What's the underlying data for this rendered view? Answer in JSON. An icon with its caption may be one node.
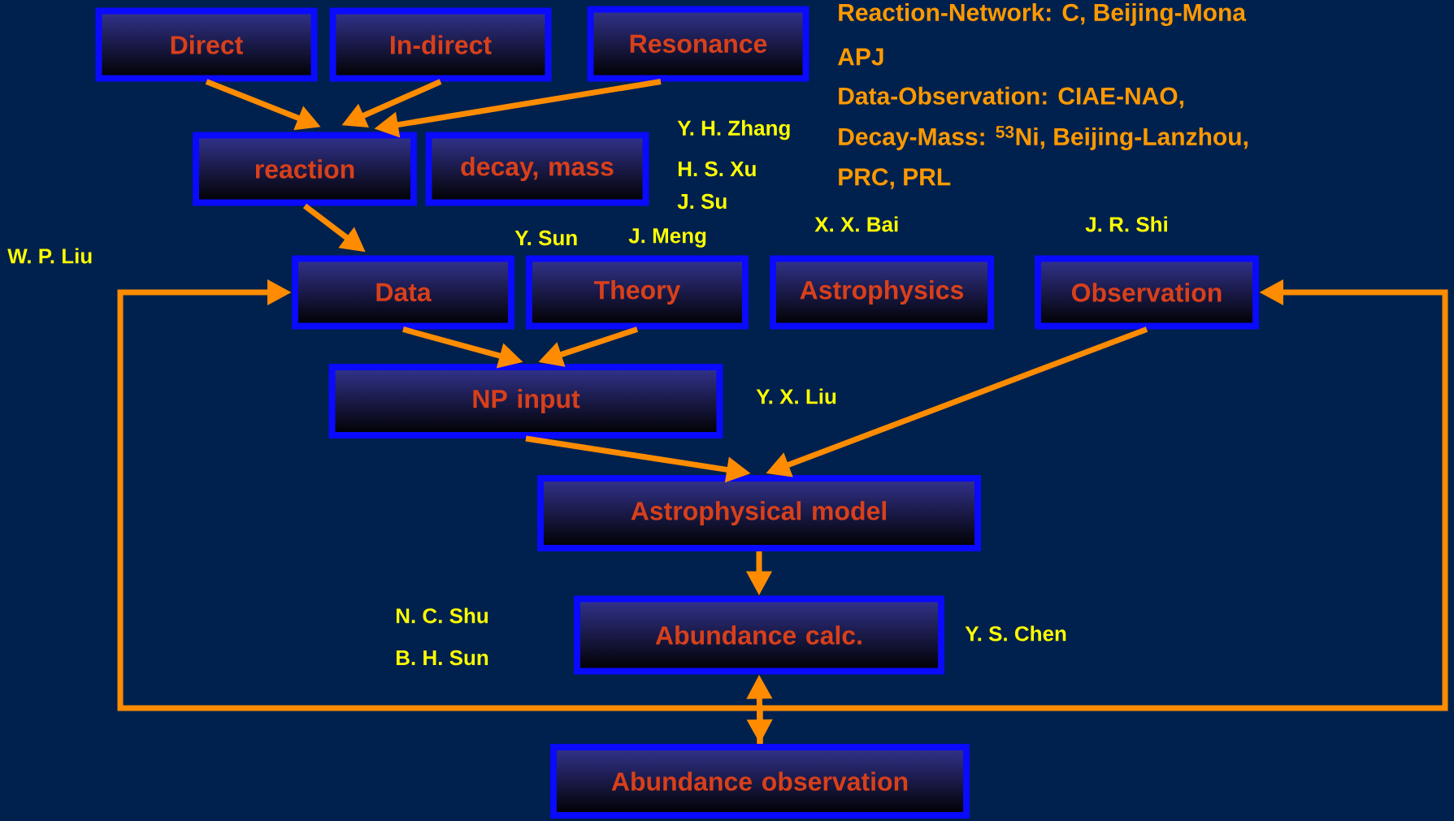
{
  "diagram": {
    "nodes": [
      {
        "text": [
          "Direct"
        ]
      },
      {
        "text": [
          "In-direct"
        ]
      },
      {
        "text": [
          "Resonance"
        ]
      },
      {
        "text": [
          "reaction"
        ]
      },
      {
        "text": [
          "decay, mass"
        ]
      },
      {
        "text": [
          "Data"
        ]
      },
      {
        "text": [
          "Theory"
        ]
      },
      {
        "text": [
          "Astrophysics"
        ]
      },
      {
        "text": [
          "Observation"
        ]
      },
      {
        "text": [
          "NP input"
        ]
      },
      {
        "text": [
          "Astrophysical model"
        ]
      },
      {
        "text": [
          "Abundance calc."
        ]
      },
      {
        "text": [
          "Abundance observation"
        ]
      }
    ],
    "edges": [
      {
        "from": 0,
        "to": 3,
        "arrow": "to"
      },
      {
        "from": 1,
        "to": 3,
        "arrow": "to"
      },
      {
        "from": 2,
        "to": 3,
        "arrow": "to"
      },
      {
        "from": 3,
        "to": 5,
        "arrow": "to"
      },
      {
        "from": 5,
        "to": 9,
        "arrow": "to"
      },
      {
        "from": 6,
        "to": 9,
        "arrow": "to"
      },
      {
        "from": 9,
        "to": 10,
        "arrow": "to"
      },
      {
        "from": 8,
        "to": 10,
        "arrow": "to"
      },
      {
        "from": 10,
        "to": 11,
        "arrow": "to"
      },
      {
        "from": 11,
        "to": 12,
        "arrow": "both"
      },
      {
        "from": 12,
        "to": 5,
        "arrow": "to"
      },
      {
        "from": 12,
        "to": 8,
        "arrow": "to"
      }
    ],
    "labels": [
      "Reaction-Network: C, Beijing-Mona",
      "APJ",
      "Data-Observation: CIAE-NAO,",
      "Y. H. Zhang",
      "Decay-Mass: $^{53}$Ni, Beijing-Lanzhou,",
      "H. S. Xu",
      "PRC, PRL",
      "J. Su",
      "X. X. Bai",
      "J. R. Shi",
      "Y. Sun",
      "J. Meng",
      "W. P. Liu",
      "Y. X. Liu",
      "N. C. Shu",
      "Y. S. Chen",
      "B. H. Sun"
    ]
  }
}
